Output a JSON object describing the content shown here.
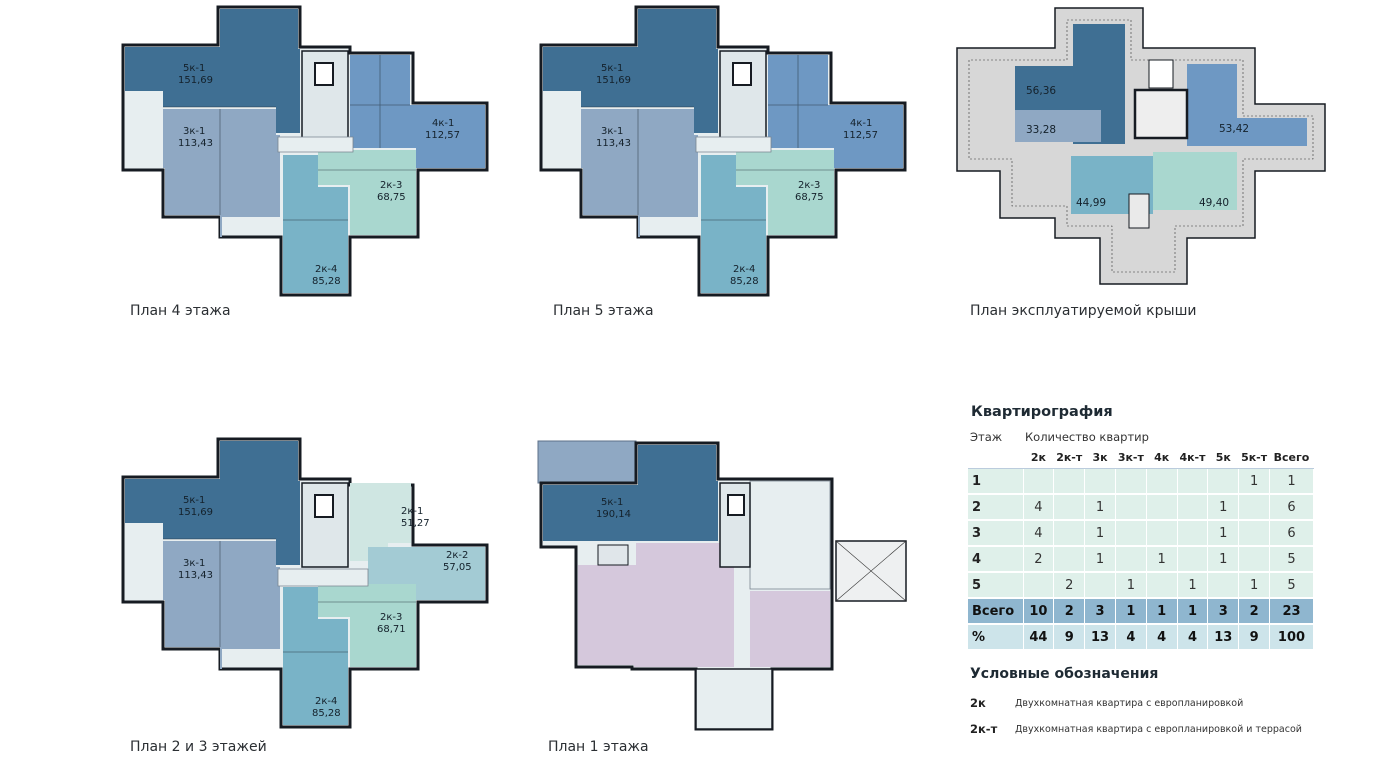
{
  "plans": {
    "floor4": {
      "caption": "План 4 этажа",
      "apts": [
        {
          "code": "5к-1",
          "area": "151,69"
        },
        {
          "code": "3к-1",
          "area": "113,43"
        },
        {
          "code": "4к-1",
          "area": "112,57"
        },
        {
          "code": "2к-3",
          "area": "68,75"
        },
        {
          "code": "2к-4",
          "area": "85,28"
        }
      ]
    },
    "floor5": {
      "caption": "План 5 этажа",
      "apts": [
        {
          "code": "5к-1",
          "area": "151,69"
        },
        {
          "code": "3к-1",
          "area": "113,43"
        },
        {
          "code": "4к-1",
          "area": "112,57"
        },
        {
          "code": "2к-3",
          "area": "68,75"
        },
        {
          "code": "2к-4",
          "area": "85,28"
        }
      ]
    },
    "roof": {
      "caption": "План эксплуатируемой крыши",
      "areas": [
        "56,36",
        "33,28",
        "53,42",
        "44,99",
        "49,40"
      ]
    },
    "floor23": {
      "caption": "План 2 и 3 этажей",
      "apts": [
        {
          "code": "5к-1",
          "area": "151,69"
        },
        {
          "code": "3к-1",
          "area": "113,43"
        },
        {
          "code": "2к-1",
          "area": "51,27"
        },
        {
          "code": "2к-2",
          "area": "57,05"
        },
        {
          "code": "2к-3",
          "area": "68,71"
        },
        {
          "code": "2к-4",
          "area": "85,28"
        }
      ]
    },
    "floor1": {
      "caption": "План 1 этажа",
      "apts": [
        {
          "code": "5к-1",
          "area": "190,14"
        }
      ]
    }
  },
  "colors": {
    "dark_blue": "#3f6f93",
    "mid_blue": "#6e98c3",
    "grey_blue": "#8fa8c3",
    "teal": "#79b3c7",
    "mint": "#a9d7cf",
    "light_teal": "#a3cbd4",
    "pale_mint": "#cfe6e2",
    "lilac": "#d5c8dc",
    "roof_grey": "#d7d7d7",
    "wall": "#161b22"
  },
  "table": {
    "title": "Квартирография",
    "col_floor": "Этаж",
    "col_count": "Количество квартир",
    "types": [
      "2к",
      "2к-т",
      "3к",
      "3к-т",
      "4к",
      "4к-т",
      "5к",
      "5к-т",
      "Всего"
    ],
    "rows": [
      {
        "label": "1",
        "values": [
          "",
          "",
          "",
          "",
          "",
          "",
          "",
          "1",
          "1"
        ]
      },
      {
        "label": "2",
        "values": [
          "4",
          "",
          "1",
          "",
          "",
          "",
          "1",
          "",
          "6"
        ]
      },
      {
        "label": "3",
        "values": [
          "4",
          "",
          "1",
          "",
          "",
          "",
          "1",
          "",
          "6"
        ]
      },
      {
        "label": "4",
        "values": [
          "2",
          "",
          "1",
          "",
          "1",
          "",
          "1",
          "",
          "5"
        ]
      },
      {
        "label": "5",
        "values": [
          "",
          "2",
          "",
          "1",
          "",
          "1",
          "",
          "1",
          "5"
        ]
      }
    ],
    "total": {
      "label": "Всего",
      "values": [
        "10",
        "2",
        "3",
        "1",
        "1",
        "1",
        "3",
        "2",
        "23"
      ]
    },
    "pct": {
      "label": "%",
      "values": [
        "44",
        "9",
        "13",
        "4",
        "4",
        "4",
        "13",
        "9",
        "100"
      ]
    }
  },
  "legend": {
    "title": "Условные обозначения",
    "items": [
      {
        "key": "2к",
        "desc": "Двухкомнатная квартира с европланировкой"
      },
      {
        "key": "2к-т",
        "desc": "Двухкомнатная квартира с европланировкой и террасой"
      }
    ]
  }
}
